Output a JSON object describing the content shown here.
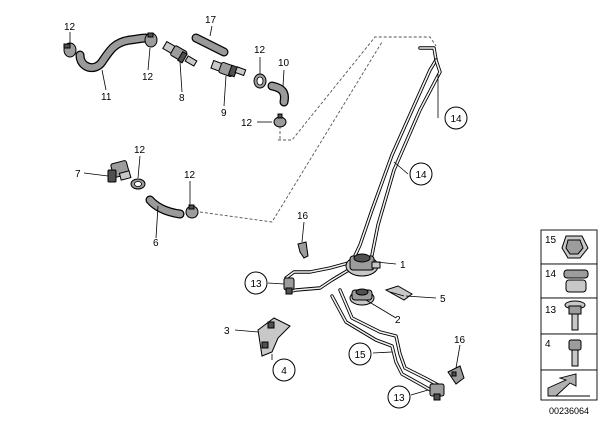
{
  "labels": {
    "l12a": "12",
    "l11": "11",
    "l12b": "12",
    "l17": "17",
    "l8": "8",
    "l9": "9",
    "l12c": "12",
    "l10": "10",
    "l12d": "12",
    "l7": "7",
    "l12e": "12",
    "l12f": "12",
    "l6": "6",
    "l16a": "16",
    "l1": "1",
    "l5": "5",
    "l2": "2",
    "l3": "3",
    "l16b": "16"
  },
  "callouts": {
    "c14a": "14",
    "c14b": "14",
    "c13a": "13",
    "c4": "4",
    "c15": "15",
    "c13b": "13"
  },
  "legend": [
    {
      "number": "15",
      "part_icon": "hose-clamp-clip-icon"
    },
    {
      "number": "14",
      "part_icon": "hose-clip-icon"
    },
    {
      "number": "13",
      "part_icon": "bolt-icon"
    },
    {
      "number": "4",
      "part_icon": "screw-icon"
    },
    {
      "number": "",
      "part_icon": "arrow-icon"
    }
  ],
  "diagram_id": "00236064"
}
